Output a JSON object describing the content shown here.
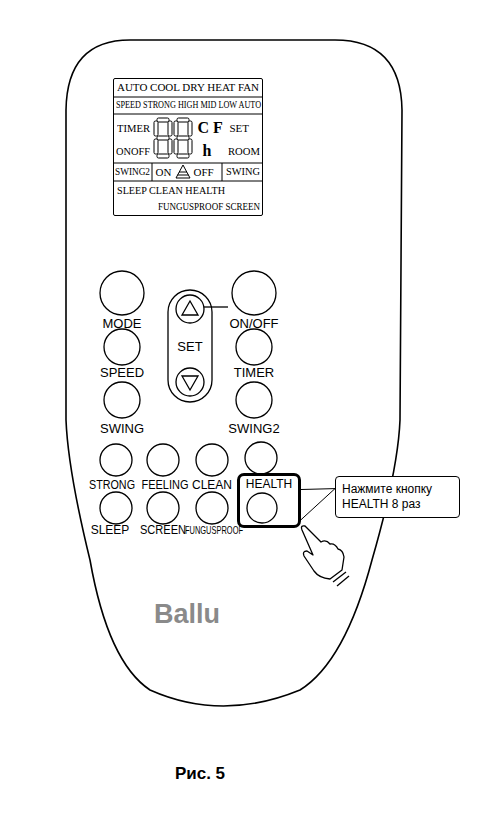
{
  "diagram": {
    "caption": "Рис. 5",
    "nodes": [
      {
        "text": [
          "AUTO COOL DRY HEAT FAN",
          "SPEED STRONG HIGH MID LOW AUTO",
          "TIMER",
          "C F",
          "SET",
          "ONOFF",
          "h",
          "ROOM",
          "SWING2",
          "ON",
          "OFF",
          "SWING",
          "SLEEP CLEAN HEALTH",
          "FUNGUSPROOF SCREEN"
        ]
      },
      {
        "text": [
          "HEALTH"
        ]
      },
      {
        "text": [
          "Нажмите кнопку HEALTH 8 раз"
        ]
      }
    ],
    "edges": [
      {
        "from": 2,
        "to": 1,
        "arrow": "none"
      },
      {
        "from": 2,
        "to": 1,
        "arrow": "none"
      }
    ],
    "labels": [
      "MODE",
      "ON/OFF",
      "SET",
      "SPEED",
      "TIMER",
      "SWING",
      "SWING2",
      "STRONG",
      "FEELING",
      "CLEAN",
      "SLEEP",
      "SCREEN",
      "FUNGUSPROOF",
      "Ballu"
    ]
  }
}
